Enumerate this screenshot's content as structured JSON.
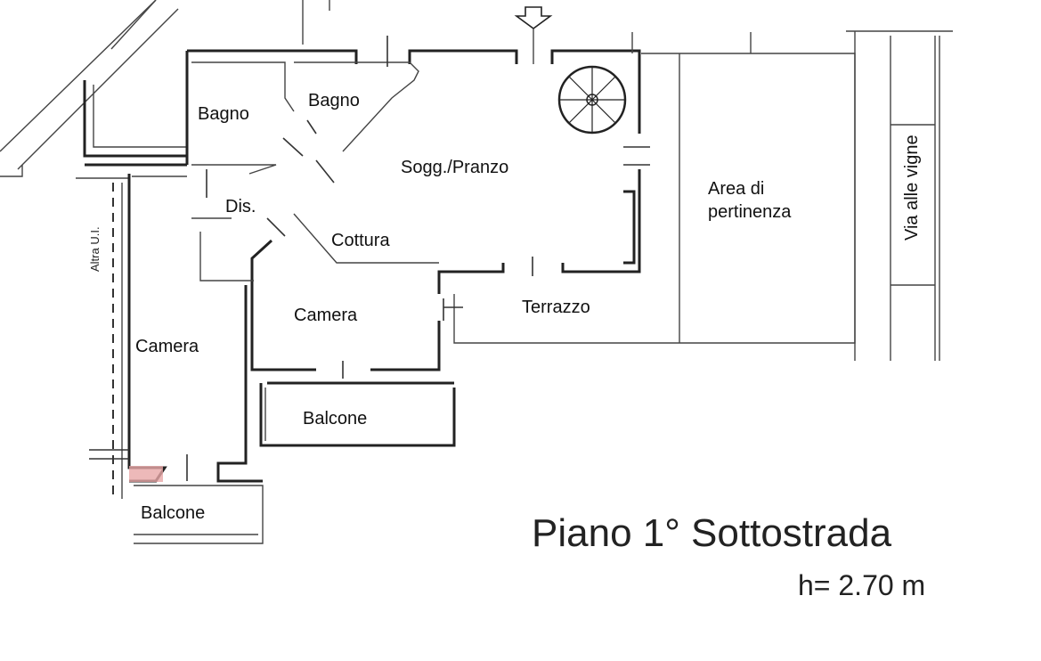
{
  "plan": {
    "title": "Piano 1° Sottostrada",
    "height": "h= 2.70 m",
    "rooms": {
      "bagno_1": "Bagno",
      "bagno_2": "Bagno",
      "soggiorno": "Sogg./Pranzo",
      "disimpegno": "Dis.",
      "cottura": "Cottura",
      "camera_1": "Camera",
      "camera_2": "Camera",
      "terrazzo": "Terrazzo",
      "balcone_1": "Balcone",
      "balcone_2": "Balcone",
      "area_line1": "Area di",
      "area_line2": "pertinenza"
    },
    "street": "Via alle vigne",
    "neighbor": "Altra U.I.",
    "colors": {
      "ink": "#222222",
      "highlight": "#e8a8a8"
    }
  }
}
